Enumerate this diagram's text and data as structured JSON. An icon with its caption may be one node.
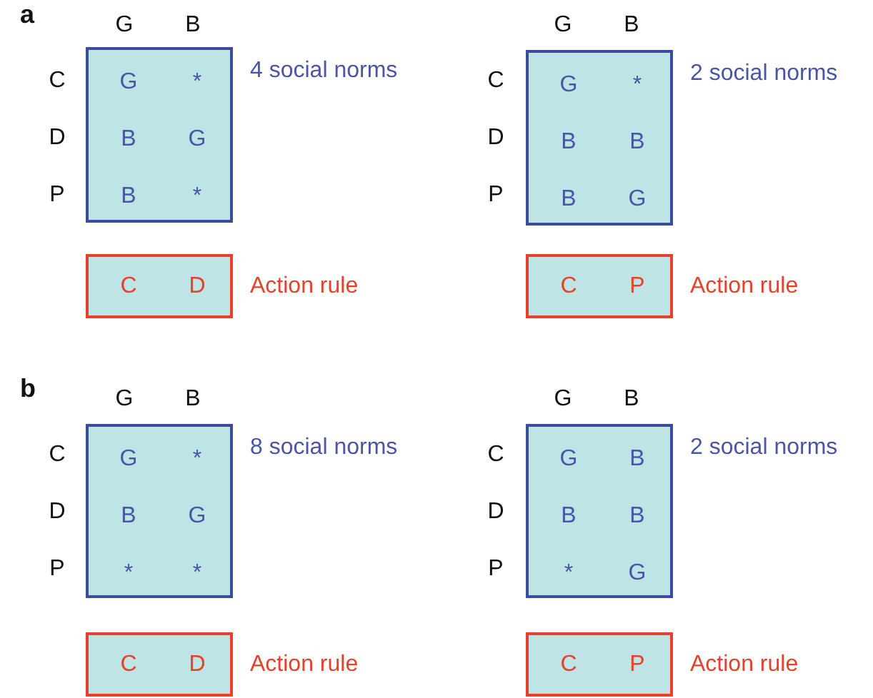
{
  "diagram": {
    "nodes": [
      {
        "text": [
          "G",
          "*",
          "B",
          "G",
          "B",
          "*"
        ],
        "beside": [
          "4 social norms"
        ]
      },
      {
        "text": [
          "G",
          "*",
          "B",
          "B",
          "B",
          "G"
        ],
        "beside": [
          "2 social norms"
        ]
      },
      {
        "text": [
          "C",
          "D"
        ],
        "beside": [
          "Action rule"
        ]
      },
      {
        "text": [
          "C",
          "P"
        ],
        "beside": [
          "Action rule"
        ]
      },
      {
        "text": [
          "G",
          "*",
          "B",
          "G",
          "*",
          "*"
        ],
        "beside": [
          "8 social norms"
        ]
      },
      {
        "text": [
          "G",
          "B",
          "B",
          "B",
          "*",
          "G"
        ],
        "beside": [
          "2 social norms"
        ]
      },
      {
        "text": [
          "C",
          "D"
        ],
        "beside": [
          "Action rule"
        ]
      },
      {
        "text": [
          "C",
          "P"
        ],
        "beside": [
          "Action rule"
        ]
      }
    ],
    "labels": [
      "a",
      "G",
      "B",
      "G",
      "B",
      "C",
      "C",
      "D",
      "D",
      "P",
      "P",
      "b",
      "G",
      "B",
      "G",
      "B",
      "C",
      "C",
      "D",
      "D",
      "P",
      "P"
    ]
  }
}
